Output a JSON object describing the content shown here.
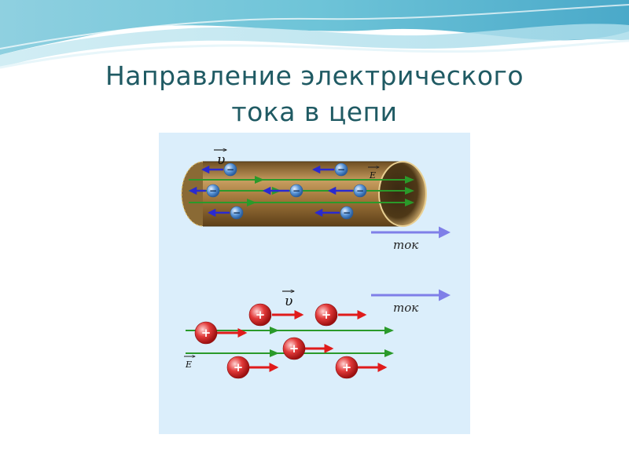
{
  "slide": {
    "title_line1": "Направление электрического",
    "title_line2": "тока в цепи"
  },
  "diagram": {
    "electron_label": "−",
    "ion_label": "+",
    "velocity_label": "υ",
    "field_label": "E",
    "current_label": "ток"
  },
  "colors": {
    "title": "#1f5a63",
    "panel": "#dbeefb",
    "field_arrow": "#2a9a2a",
    "electron_velocity": "#2a2ad0",
    "ion_velocity": "#e01b1b",
    "current_arrow": "#7f7fe8",
    "conductor": "#a0783f",
    "electron": "#4a86c8",
    "ion": "#d42a2a"
  }
}
